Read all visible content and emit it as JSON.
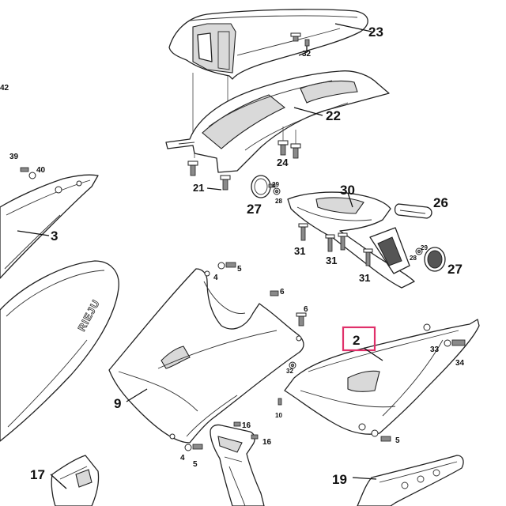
{
  "diagram": {
    "highlighted_callout": "2",
    "highlight_color": "#e0306a",
    "line_color": "#222222",
    "brand_mark": "RIEJU",
    "callouts": {
      "c2": "2",
      "c3": "3",
      "c4a": "4",
      "c4b": "4",
      "c5a": "5",
      "c5b": "5",
      "c5c": "5",
      "c6a": "6",
      "c6b": "6",
      "c9": "9",
      "c10": "10",
      "c16a": "16",
      "c16b": "16",
      "c17": "17",
      "c19": "19",
      "c21": "21",
      "c22": "22",
      "c23": "23",
      "c24": "24",
      "c26": "26",
      "c27a": "27",
      "c27b": "27",
      "c28a": "28",
      "c28b": "28",
      "c29a": "29",
      "c29b": "29",
      "c30": "30",
      "c31a": "31",
      "c31b": "31",
      "c31c": "31",
      "c32a": "32",
      "c32b": "32",
      "c33": "33",
      "c34": "34",
      "c39": "39",
      "c40": "40",
      "c42": "42"
    }
  }
}
